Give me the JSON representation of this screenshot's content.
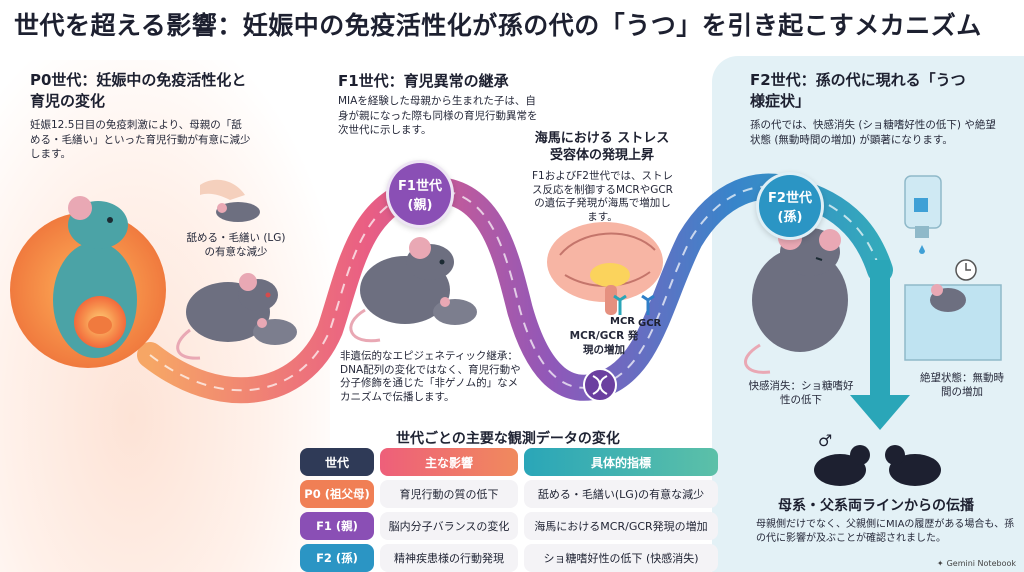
{
  "title": "世代を超える影響：妊娠中の免疫活性化が孫の代の「うつ」を引き起こすメカニズム",
  "p0": {
    "heading": "P0世代：妊娠中の免疫活性化と育児の変化",
    "body": "妊娠12.5日目の免疫刺激により、母親の「舐める・毛繕い」といった育児行動が有意に減少します。",
    "caption": "舐める・毛繕い (LG)の有意な減少"
  },
  "f1": {
    "heading": "F1世代：育児異常の継承",
    "body": "MIAを経験した母親から生まれた子は、自身が親になった際も同様の育児行動異常を次世代に示します。",
    "badge_line1": "F1世代",
    "badge_line2": "(親)",
    "caption": "非遺伝的なエピジェネティック継承：DNA配列の変化ではなく、育児行動や分子修飾を通じた「非ゲノム的」なメカニズムで伝播します。"
  },
  "hippocampus": {
    "heading": "海馬における ストレス受容体の発現上昇",
    "body": "F1およびF2世代では、ストレス反応を制御するMCRやGCRの遺伝子発現が海馬で増加します。",
    "label_mcr": "MCR",
    "label_gcr": "GCR",
    "caption": "MCR/GCR 発現の増加"
  },
  "f2": {
    "heading": "F2世代：孫の代に現れる「うつ様症状」",
    "body": "孫の代では、快感消失 (ショ糖嗜好性の低下) や絶望状態 (無動時間の増加) が顕著になります。",
    "badge_line1": "F2世代",
    "badge_line2": "(孫)",
    "caption_anhedonia": "快感消失：ショ糖嗜好性の低下",
    "caption_despair": "絶望状態：無動時間の増加"
  },
  "transmission": {
    "heading": "母系・父系両ラインからの伝播",
    "body": "母親側だけでなく、父親側にMIAの履歴がある場合も、孫の代に影響が及ぶことが確認されました。"
  },
  "table": {
    "title": "世代ごとの主要な観測データの変化",
    "headers": [
      "世代",
      "主な影響",
      "具体的指標"
    ],
    "header_colors": [
      "#2f3a57",
      "#ee5f7a",
      "#2aa6b8"
    ],
    "rows": [
      {
        "gen": "P0 (祖父母)",
        "effect": "育児行動の質の低下",
        "metric": "舐める・毛繕い(LG)の有意な減少",
        "color": "#f07f55"
      },
      {
        "gen": "F1 (親)",
        "effect": "脳内分子バランスの変化",
        "metric": "海馬におけるMCR/GCR発現の増加",
        "color": "#8a4fb5"
      },
      {
        "gen": "F2 (孫)",
        "effect": "精神疾患様の行動発現",
        "metric": "ショ糖嗜好性の低下 (快感消失)",
        "color": "#2b95c4"
      }
    ]
  },
  "footer": "Gemini Notebook",
  "colors": {
    "orange": "#f07f55",
    "purple": "#8a4fb5",
    "blue": "#2b95c4",
    "teal": "#2aa6b8",
    "mouse": "#6d6f80"
  }
}
